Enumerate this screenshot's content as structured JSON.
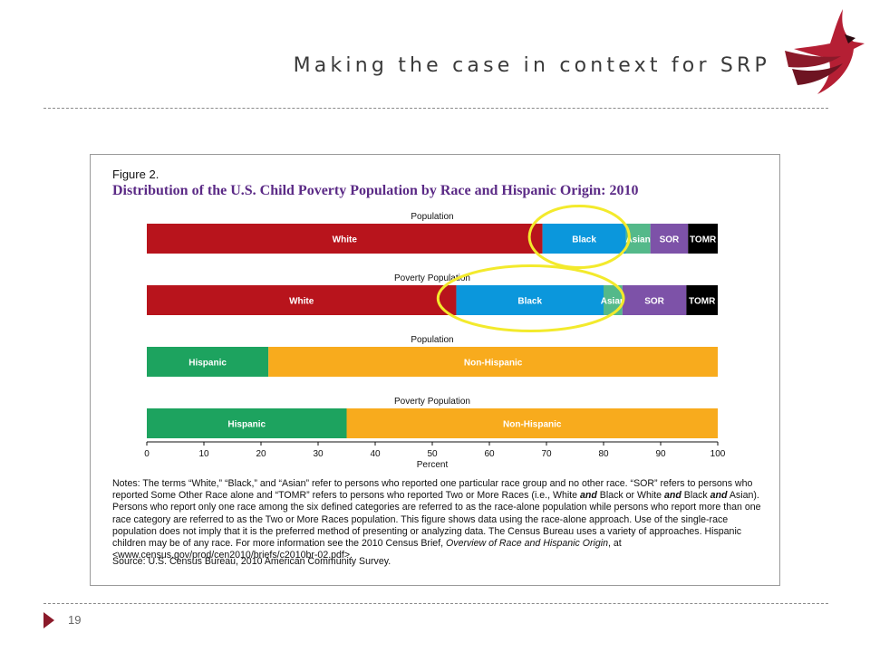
{
  "slide": {
    "title": "Making the case in context for SRP",
    "page_number": "19"
  },
  "colors": {
    "White": "#b8141c",
    "Black": "#0b97dc",
    "Asian": "#54b98a",
    "SOR": "#7d52a8",
    "TOMR": "#000000",
    "Hispanic": "#1da35f",
    "Non-Hispanic": "#f8ab1d",
    "highlight": "#f3ea2c",
    "title": "#5b2a86",
    "accent": "#8b1a2a"
  },
  "figure": {
    "label": "Figure 2.",
    "title": "Distribution of the U.S. Child Poverty Population by Race and Hispanic Origin: 2010",
    "notes_parts": [
      {
        "text": "Notes: The terms “White,” “Black,” and “Asian” refer to persons who reported one particular race group and no other race. “SOR” refers to persons who reported Some Other Race alone and “TOMR” refers to persons who reported Two or More Races (i.e., White "
      },
      {
        "text": "and",
        "style": "bi"
      },
      {
        "text": " Black or White "
      },
      {
        "text": "and",
        "style": "bi"
      },
      {
        "text": " Black "
      },
      {
        "text": "and",
        "style": "bi"
      },
      {
        "text": " Asian). Persons who report only one race among the six defined categories are referred to as the race-alone population while persons who report more than one race category are referred to as the Two or More Races population. This figure shows data using the race-alone approach. Use of the single-race population does not imply that it is the preferred method of presenting or analyzing data. The Census Bureau uses a variety of approaches. Hispanic children may be of any race. For more information see the 2010 Census Brief, "
      },
      {
        "text": "Overview of Race and Hispanic Origin",
        "style": "i"
      },
      {
        "text": ", at <www.census.gov/prod/cen2010/briefs/c2010br-02.pdf>."
      }
    ],
    "source": "Source: U.S. Census Bureau, 2010 American Community Survey."
  },
  "chart_data": {
    "type": "bar",
    "orientation": "horizontal",
    "stacked": true,
    "xlabel": "Percent",
    "xlim": [
      0,
      100
    ],
    "xticks": [
      0,
      10,
      20,
      30,
      40,
      50,
      60,
      70,
      80,
      90,
      100
    ],
    "rows": [
      {
        "label": "Population",
        "segments": [
          {
            "name": "White",
            "value": 69.3
          },
          {
            "name": "Black",
            "value": 14.6
          },
          {
            "name": "Asian",
            "value": 4.3
          },
          {
            "name": "SOR",
            "value": 6.6
          },
          {
            "name": "TOMR",
            "value": 5.2
          }
        ]
      },
      {
        "label": "Poverty Population",
        "segments": [
          {
            "name": "White",
            "value": 54.2
          },
          {
            "name": "Black",
            "value": 25.8
          },
          {
            "name": "Asian",
            "value": 3.3
          },
          {
            "name": "SOR",
            "value": 11.2
          },
          {
            "name": "TOMR",
            "value": 5.5
          }
        ]
      },
      {
        "label": "Population",
        "segments": [
          {
            "name": "Hispanic",
            "value": 21.3
          },
          {
            "name": "Non-Hispanic",
            "value": 78.7
          }
        ]
      },
      {
        "label": "Poverty Population",
        "segments": [
          {
            "name": "Hispanic",
            "value": 35.0
          },
          {
            "name": "Non-Hispanic",
            "value": 65.0
          }
        ]
      }
    ],
    "highlights": [
      {
        "row": 0,
        "from": 67.0,
        "to": 84.5
      },
      {
        "row": 1,
        "from": 51.0,
        "to": 83.5
      }
    ]
  }
}
